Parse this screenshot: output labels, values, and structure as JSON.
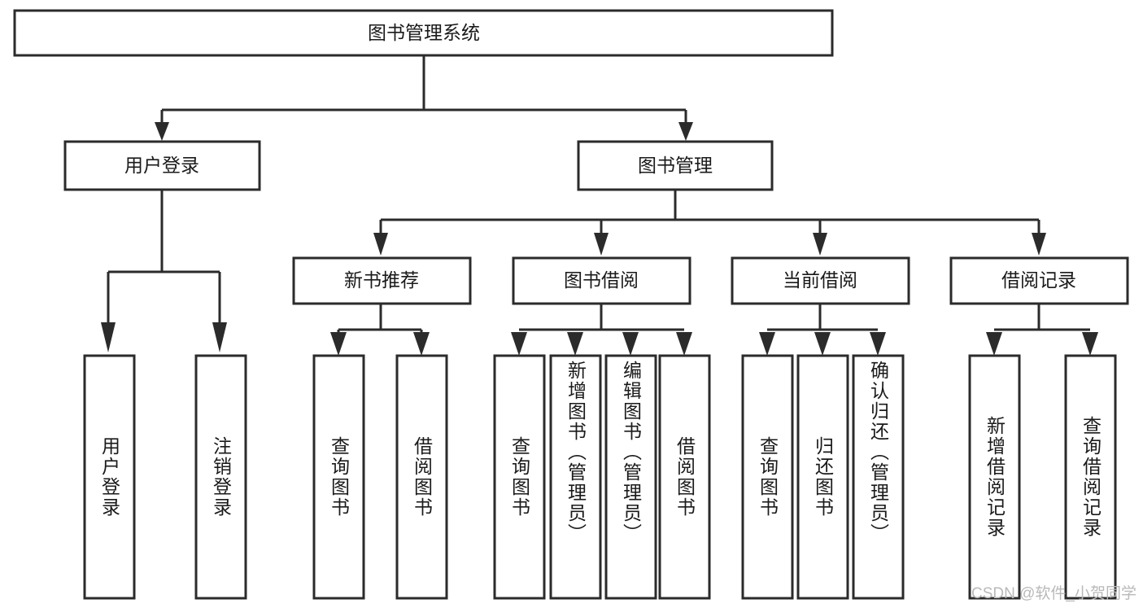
{
  "diagram": {
    "type": "tree",
    "title": "图书管理系统",
    "orientation": "top-down",
    "colors": {
      "box_fill": "#ffffff",
      "box_stroke": "#2b2b2b",
      "text": "#1a1a1a",
      "background": "#ffffff",
      "watermark": "#b9b9b9"
    },
    "root": {
      "label": "图书管理系统"
    },
    "level1": [
      {
        "label": "用户登录"
      },
      {
        "label": "图书管理"
      }
    ],
    "level2": [
      {
        "label": "新书推荐"
      },
      {
        "label": "图书借阅"
      },
      {
        "label": "当前借阅"
      },
      {
        "label": "借阅记录"
      }
    ],
    "leaves": {
      "user_login": [
        {
          "label": "用户登录"
        },
        {
          "label": "注销登录"
        }
      ],
      "new_book_recommend": [
        {
          "label": "查询图书"
        },
        {
          "label": "借阅图书"
        }
      ],
      "book_borrow": [
        {
          "label": "查询图书"
        },
        {
          "label": "新增图书（管理员）"
        },
        {
          "label": "编辑图书（管理员）"
        },
        {
          "label": "借阅图书"
        }
      ],
      "current_borrow": [
        {
          "label": "查询图书"
        },
        {
          "label": "归还图书"
        },
        {
          "label": "确认归还（管理员）"
        }
      ],
      "borrow_record": [
        {
          "label": "新增借阅记录"
        },
        {
          "label": "查询借阅记录"
        }
      ]
    },
    "watermark": "CSDN @软件_小贺同学"
  }
}
